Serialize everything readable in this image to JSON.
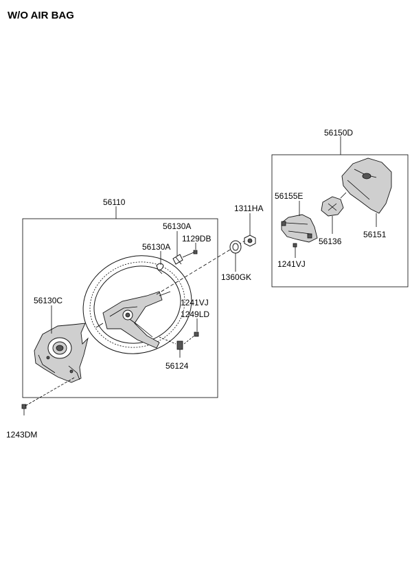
{
  "title": "W/O AIR BAG",
  "callouts": {
    "assy_wheel": "56110",
    "spring_a_upper": "56130A",
    "spring_a_lower": "56130A",
    "screw_db": "1129DB",
    "cover_c": "56130C",
    "bolt_vj_left": "1241VJ",
    "bolt_ld": "1249LD",
    "bracket": "56124",
    "screw_dm": "1243DM",
    "nut_ha": "1311HA",
    "washer_gk": "1360GK",
    "pad_assy": "56150D",
    "bracket_e": "56155E",
    "horn_plate": "56136",
    "pad_cover": "56151",
    "bolt_vj_right": "1241VJ"
  }
}
